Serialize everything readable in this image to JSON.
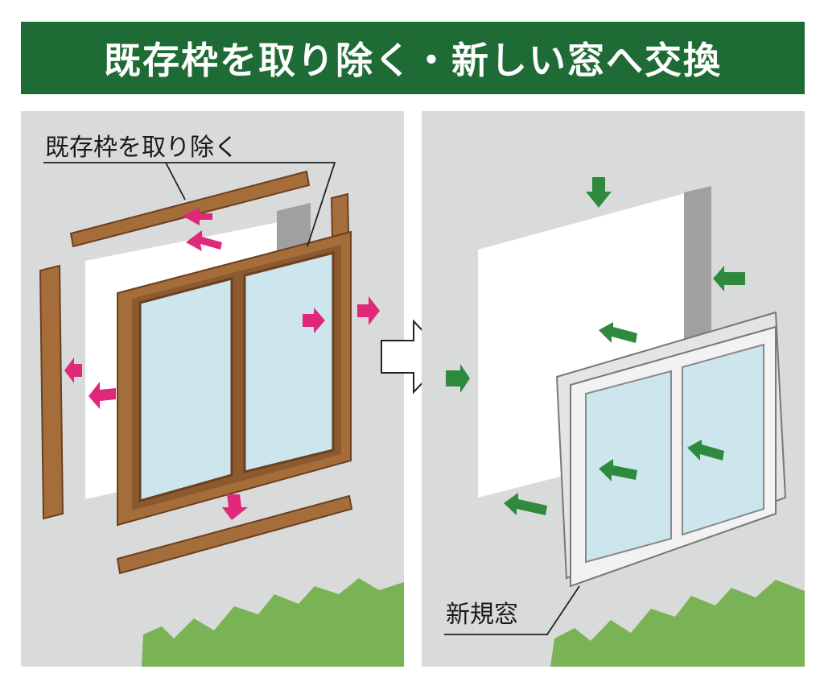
{
  "header": {
    "title": "既存枠を取り除く・新しい窓へ交換"
  },
  "left_panel": {
    "label": "既存枠を取り除く"
  },
  "right_panel": {
    "label": "新規窓"
  },
  "colors": {
    "banner": "#1f6b35",
    "panel_bg": "#d9dada",
    "wood": "#a56d3a",
    "wood_dark": "#7a4a22",
    "pink_arrow": "#e0287a",
    "green_arrow": "#2f8a3e",
    "glass": "#cde6ee",
    "new_frame": "#eeeeee",
    "grass": "#7ab356"
  }
}
